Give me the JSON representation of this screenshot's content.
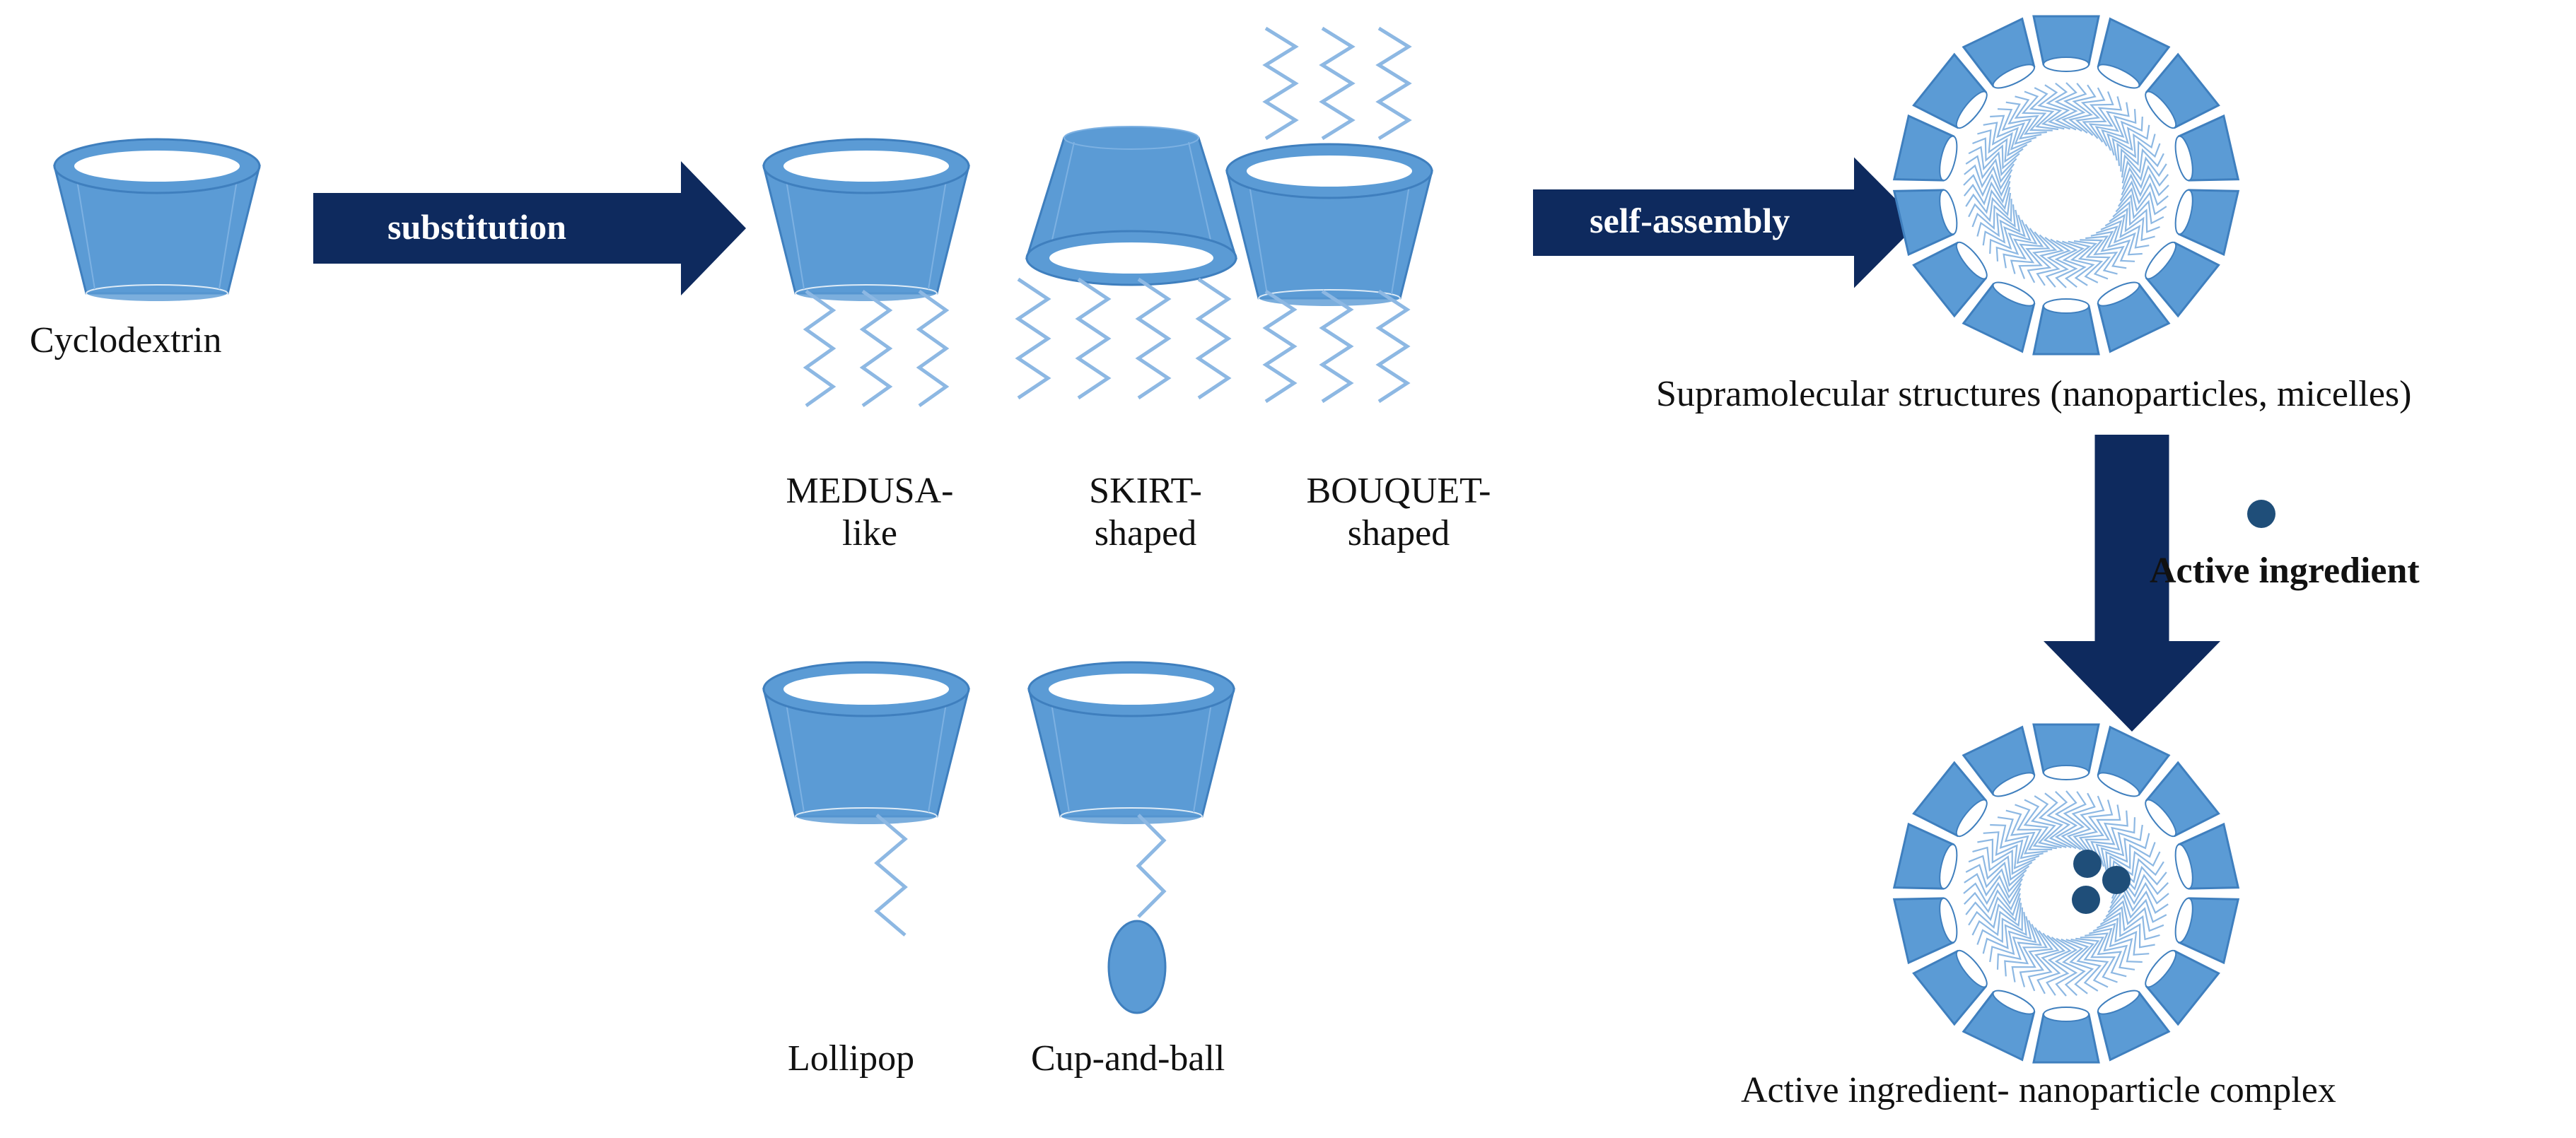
{
  "colors": {
    "cup_fill": "#5B9BD5",
    "cup_stroke": "#3F7FBE",
    "cup_rim_fill": "#ffffff",
    "chain": "#8DB8E3",
    "arrow": "#0E2A5E",
    "ingredient": "#1F4E79",
    "background": "#ffffff"
  },
  "arrows": {
    "substitution": "substitution",
    "self_assembly": "self-assembly"
  },
  "labels": {
    "cyclodextrin": "Cyclodextrin",
    "medusa_1": "MEDUSA-",
    "medusa_2": "like",
    "skirt_1": "SKIRT-",
    "skirt_2": "shaped",
    "bouquet_1": "BOUQUET-",
    "bouquet_2": "shaped",
    "lollipop": "Lollipop",
    "cup_and_ball": "Cup-and-ball",
    "supramolecular": "Supramolecular  structures  (nanoparticles,  micelles)",
    "active_ingredient": "Active ingredient",
    "complex": "Active  ingredient-  nanoparticle  complex"
  }
}
